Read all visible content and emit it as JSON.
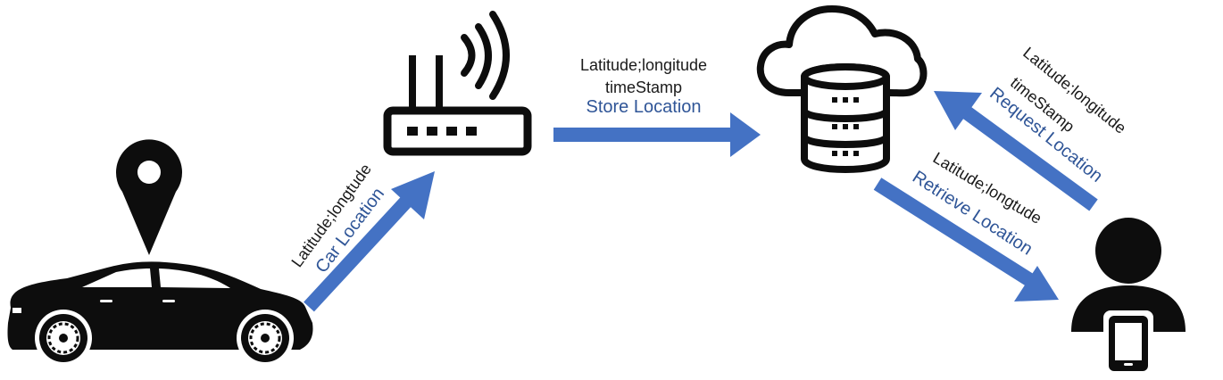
{
  "colors": {
    "arrow": "#4472c4",
    "label_blue": "#2f5597",
    "icon": "#0d0d0d"
  },
  "icons": {
    "car": "car-icon",
    "pin": "location-pin-icon",
    "router": "wifi-router-icon",
    "cloud_db": "cloud-database-icon",
    "user": "user-with-phone-icon"
  },
  "labels": {
    "car_data": "Latitude;longtude",
    "car_action": "Car Location",
    "store_data_1": "Latitude;longitude",
    "store_data_2": "timeStamp",
    "store_action": "Store Location",
    "request_data_1": "Latitude;longitude",
    "request_data_2": "timeStamp",
    "request_action": "Request Location",
    "retrieve_data": "Latitude;longtude",
    "retrieve_action": "Retrieve Location"
  }
}
